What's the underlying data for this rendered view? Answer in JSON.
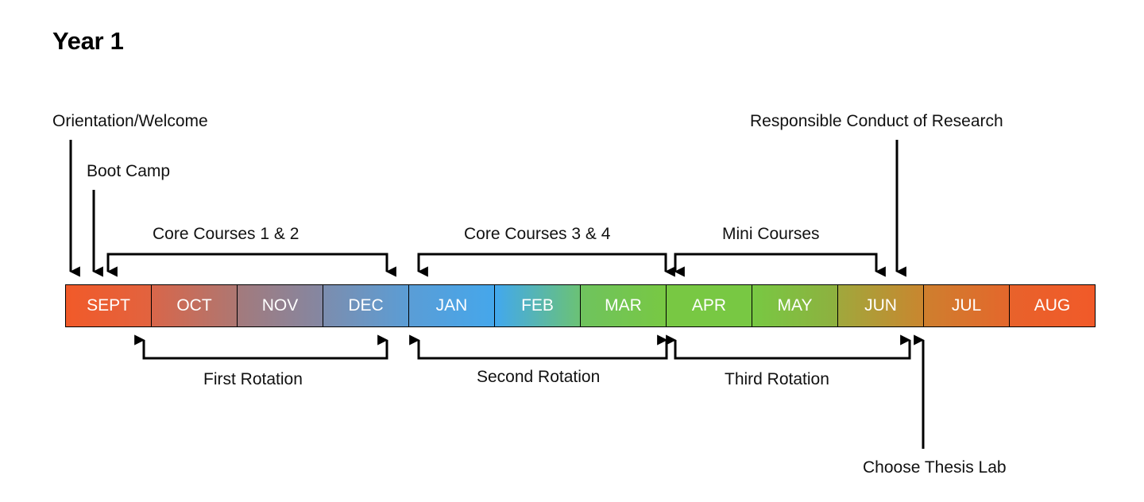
{
  "title": "Year 1",
  "colors": {
    "orange": "#F15A29",
    "blue": "#42A8EE",
    "green": "#78C843",
    "line": "#000000"
  },
  "months": [
    {
      "label": "SEPT",
      "from": "#F15A29",
      "to": "#E2633F"
    },
    {
      "label": "OCT",
      "from": "#D8664A",
      "to": "#AE7772"
    },
    {
      "label": "NOV",
      "from": "#A37A7C",
      "to": "#8487A2"
    },
    {
      "label": "DEC",
      "from": "#7C8DAE",
      "to": "#5B9DD5"
    },
    {
      "label": "JAN",
      "from": "#5A9DD6",
      "to": "#45A7EB"
    },
    {
      "label": "FEB",
      "from": "#42A8EE",
      "to": "#6BC275"
    },
    {
      "label": "MAR",
      "from": "#6FC35E",
      "to": "#78C843"
    },
    {
      "label": "APR",
      "from": "#78C843",
      "to": "#78C843"
    },
    {
      "label": "MAY",
      "from": "#78C843",
      "to": "#8EB03F"
    },
    {
      "label": "JUN",
      "from": "#A0A83C",
      "to": "#C9862F"
    },
    {
      "label": "JUL",
      "from": "#CE7F2E",
      "to": "#E4672C"
    },
    {
      "label": "AUG",
      "from": "#E8622B",
      "to": "#F15A29"
    }
  ],
  "above": {
    "orientation": "Orientation/Welcome",
    "boot_camp": "Boot Camp",
    "core_1_2": "Core Courses 1 & 2",
    "core_3_4": "Core Courses 3 & 4",
    "mini": "Mini Courses",
    "rcr": "Responsible Conduct of Research"
  },
  "below": {
    "rotation_1": "First Rotation",
    "rotation_2": "Second Rotation",
    "rotation_3": "Third Rotation",
    "thesis_lab": "Choose Thesis Lab"
  }
}
